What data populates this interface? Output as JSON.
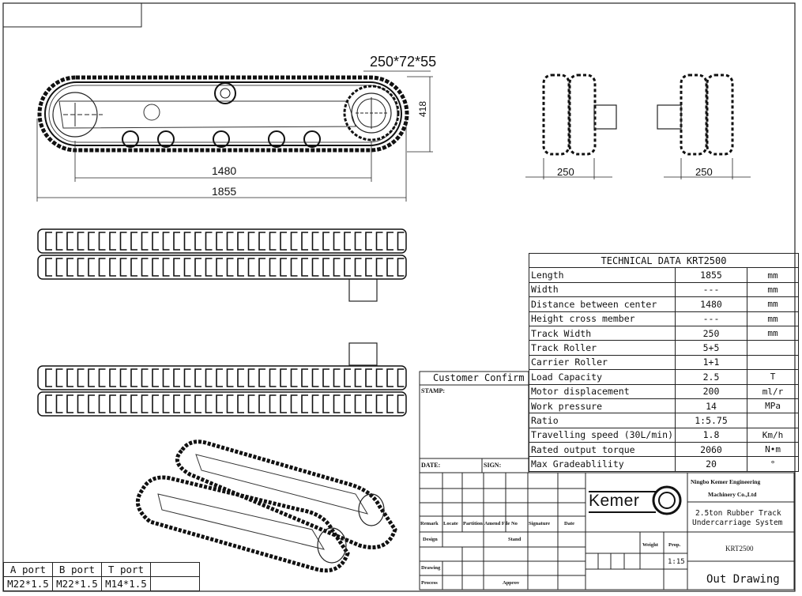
{
  "dimensions": {
    "track_size": "250*72*55",
    "height": "418",
    "center_distance": "1480",
    "length": "1855",
    "width_front": "250",
    "width_rear": "250"
  },
  "tech_table": {
    "title": "TECHNICAL DATA  KRT2500",
    "rows": [
      {
        "name": "Length",
        "value": "1855",
        "unit": "mm"
      },
      {
        "name": "Width",
        "value": "---",
        "unit": "mm"
      },
      {
        "name": "Distance between center",
        "value": "1480",
        "unit": "mm"
      },
      {
        "name": "Height cross member",
        "value": "---",
        "unit": "mm"
      },
      {
        "name": "Track Width",
        "value": "250",
        "unit": "mm"
      },
      {
        "name": "Track Roller",
        "value": "5+5",
        "unit": ""
      },
      {
        "name": "Carrier Roller",
        "value": "1+1",
        "unit": ""
      },
      {
        "name": "Load Capacity",
        "value": "2.5",
        "unit": "T"
      },
      {
        "name": "Motor displacement",
        "value": "200",
        "unit": "ml/r"
      },
      {
        "name": "Work pressure",
        "value": "14",
        "unit": "MPa"
      },
      {
        "name": "Ratio",
        "value": "1:5.75",
        "unit": ""
      },
      {
        "name": "Travelling speed (30L/min)",
        "value": "1.8",
        "unit": "Km/h"
      },
      {
        "name": "Rated output torque",
        "value": "2060",
        "unit": "N•m"
      },
      {
        "name": "Max Gradeablility",
        "value": "20",
        "unit": "°"
      }
    ]
  },
  "customer": {
    "title": "Customer Confirm",
    "stamp": "STAMP:",
    "date": "DATE:",
    "sign": "SIGN:"
  },
  "revision_headers": [
    "Remark",
    "Locate",
    "Partition",
    "Amend File No",
    "Signature",
    "Date"
  ],
  "approval": {
    "design": "Design",
    "stand": "Stand",
    "drawing": "Drawing",
    "process": "Process",
    "approv": "Approv",
    "weight": "Weight",
    "prop": "Prop.",
    "scale": "1:15"
  },
  "company": {
    "logo": "Kemer",
    "name_line1": "Ningbo Kemer Engineering",
    "name_line2": "Machinery Co.,Ltd",
    "product_line1": "2.5ton Rubber Track",
    "product_line2": "Undercarriage System",
    "model": "KRT2500",
    "drawing_type": "Out Drawing"
  },
  "ports": {
    "headers": [
      "A port",
      "B port",
      "T port",
      ""
    ],
    "values": [
      "M22*1.5",
      "M22*1.5",
      "M14*1.5",
      ""
    ]
  }
}
